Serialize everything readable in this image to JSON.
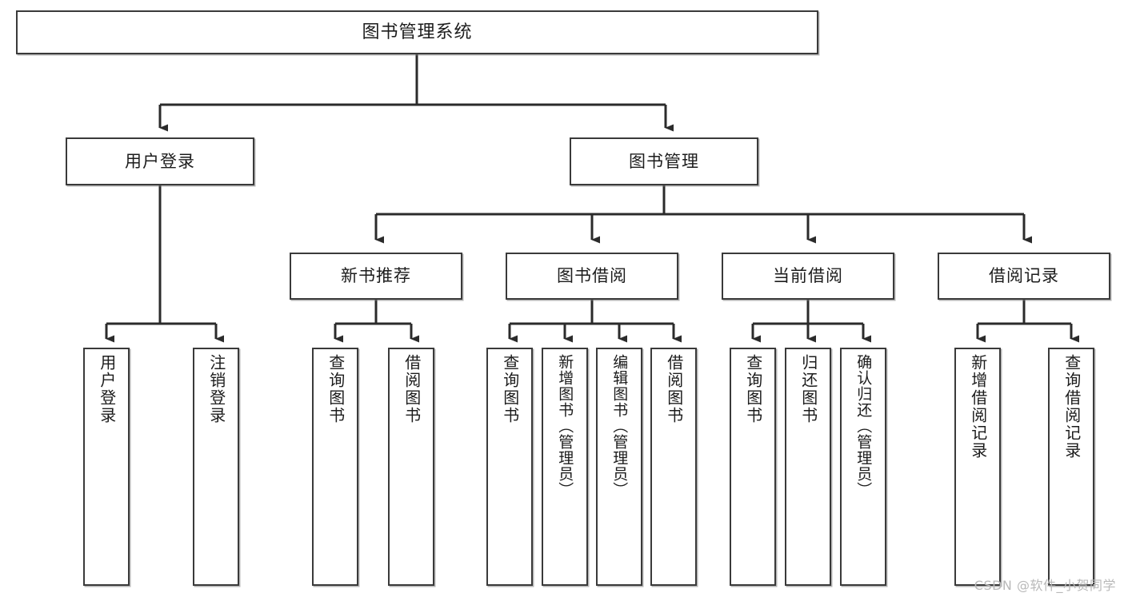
{
  "diagram": {
    "title": "图书管理系统",
    "type": "tree",
    "colors": {
      "box_border": "#3a3a3a",
      "box_fill": "#ffffff",
      "connector": "#2b2b2b",
      "text": "#1c1c1c",
      "watermark": "#b9b9b9"
    },
    "root": {
      "label": "图书管理系统"
    },
    "level2": [
      {
        "id": "user-login",
        "label": "用户登录"
      },
      {
        "id": "book-manage",
        "label": "图书管理"
      }
    ],
    "level3": [
      {
        "id": "new-book-recommend",
        "label": "新书推荐"
      },
      {
        "id": "book-borrow",
        "label": "图书借阅"
      },
      {
        "id": "current-borrow",
        "label": "当前借阅"
      },
      {
        "id": "borrow-record",
        "label": "借阅记录"
      }
    ],
    "leaves": {
      "user-login": [
        {
          "id": "leaf-user-login",
          "label": "用户登录"
        },
        {
          "id": "leaf-user-logout",
          "label": "注销登录"
        }
      ],
      "new-book-recommend": [
        {
          "id": "leaf-query-book-1",
          "label": "查询图书"
        },
        {
          "id": "leaf-borrow-book-1",
          "label": "借阅图书"
        }
      ],
      "book-borrow": [
        {
          "id": "leaf-query-book-2",
          "label": "查询图书"
        },
        {
          "id": "leaf-add-book",
          "label": "新增图书（管理员）"
        },
        {
          "id": "leaf-edit-book",
          "label": "编辑图书（管理员）"
        },
        {
          "id": "leaf-borrow-book-2",
          "label": "借阅图书"
        }
      ],
      "current-borrow": [
        {
          "id": "leaf-query-book-3",
          "label": "查询图书"
        },
        {
          "id": "leaf-return-book",
          "label": "归还图书"
        },
        {
          "id": "leaf-confirm-return",
          "label": "确认归还（管理员）"
        }
      ],
      "borrow-record": [
        {
          "id": "leaf-add-record",
          "label": "新增借阅记录"
        },
        {
          "id": "leaf-query-record",
          "label": "查询借阅记录"
        }
      ]
    }
  },
  "watermark": {
    "text": "CSDN @软件_小贺同学"
  }
}
